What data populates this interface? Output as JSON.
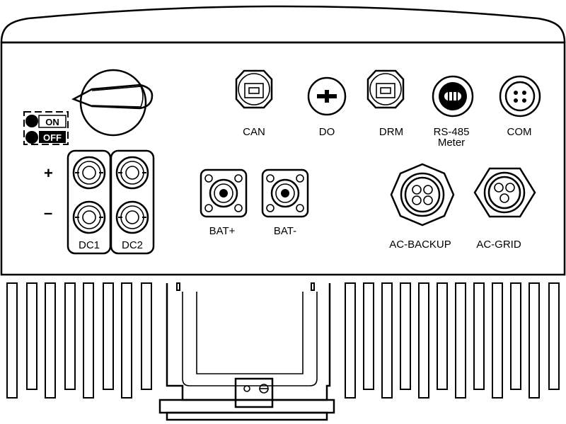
{
  "switch": {
    "on_label": "ON",
    "off_label": "OFF"
  },
  "polarity": {
    "plus": "+",
    "minus": "–"
  },
  "ports": {
    "can": "CAN",
    "do": "DO",
    "drm": "DRM",
    "rs485_line1": "RS-485",
    "rs485_line2": "Meter",
    "com": "COM",
    "dc1": "DC1",
    "dc2": "DC2",
    "bat_plus": "BAT+",
    "bat_minus": "BAT-",
    "ac_backup": "AC-BACKUP",
    "ac_grid": "AC-GRID"
  }
}
